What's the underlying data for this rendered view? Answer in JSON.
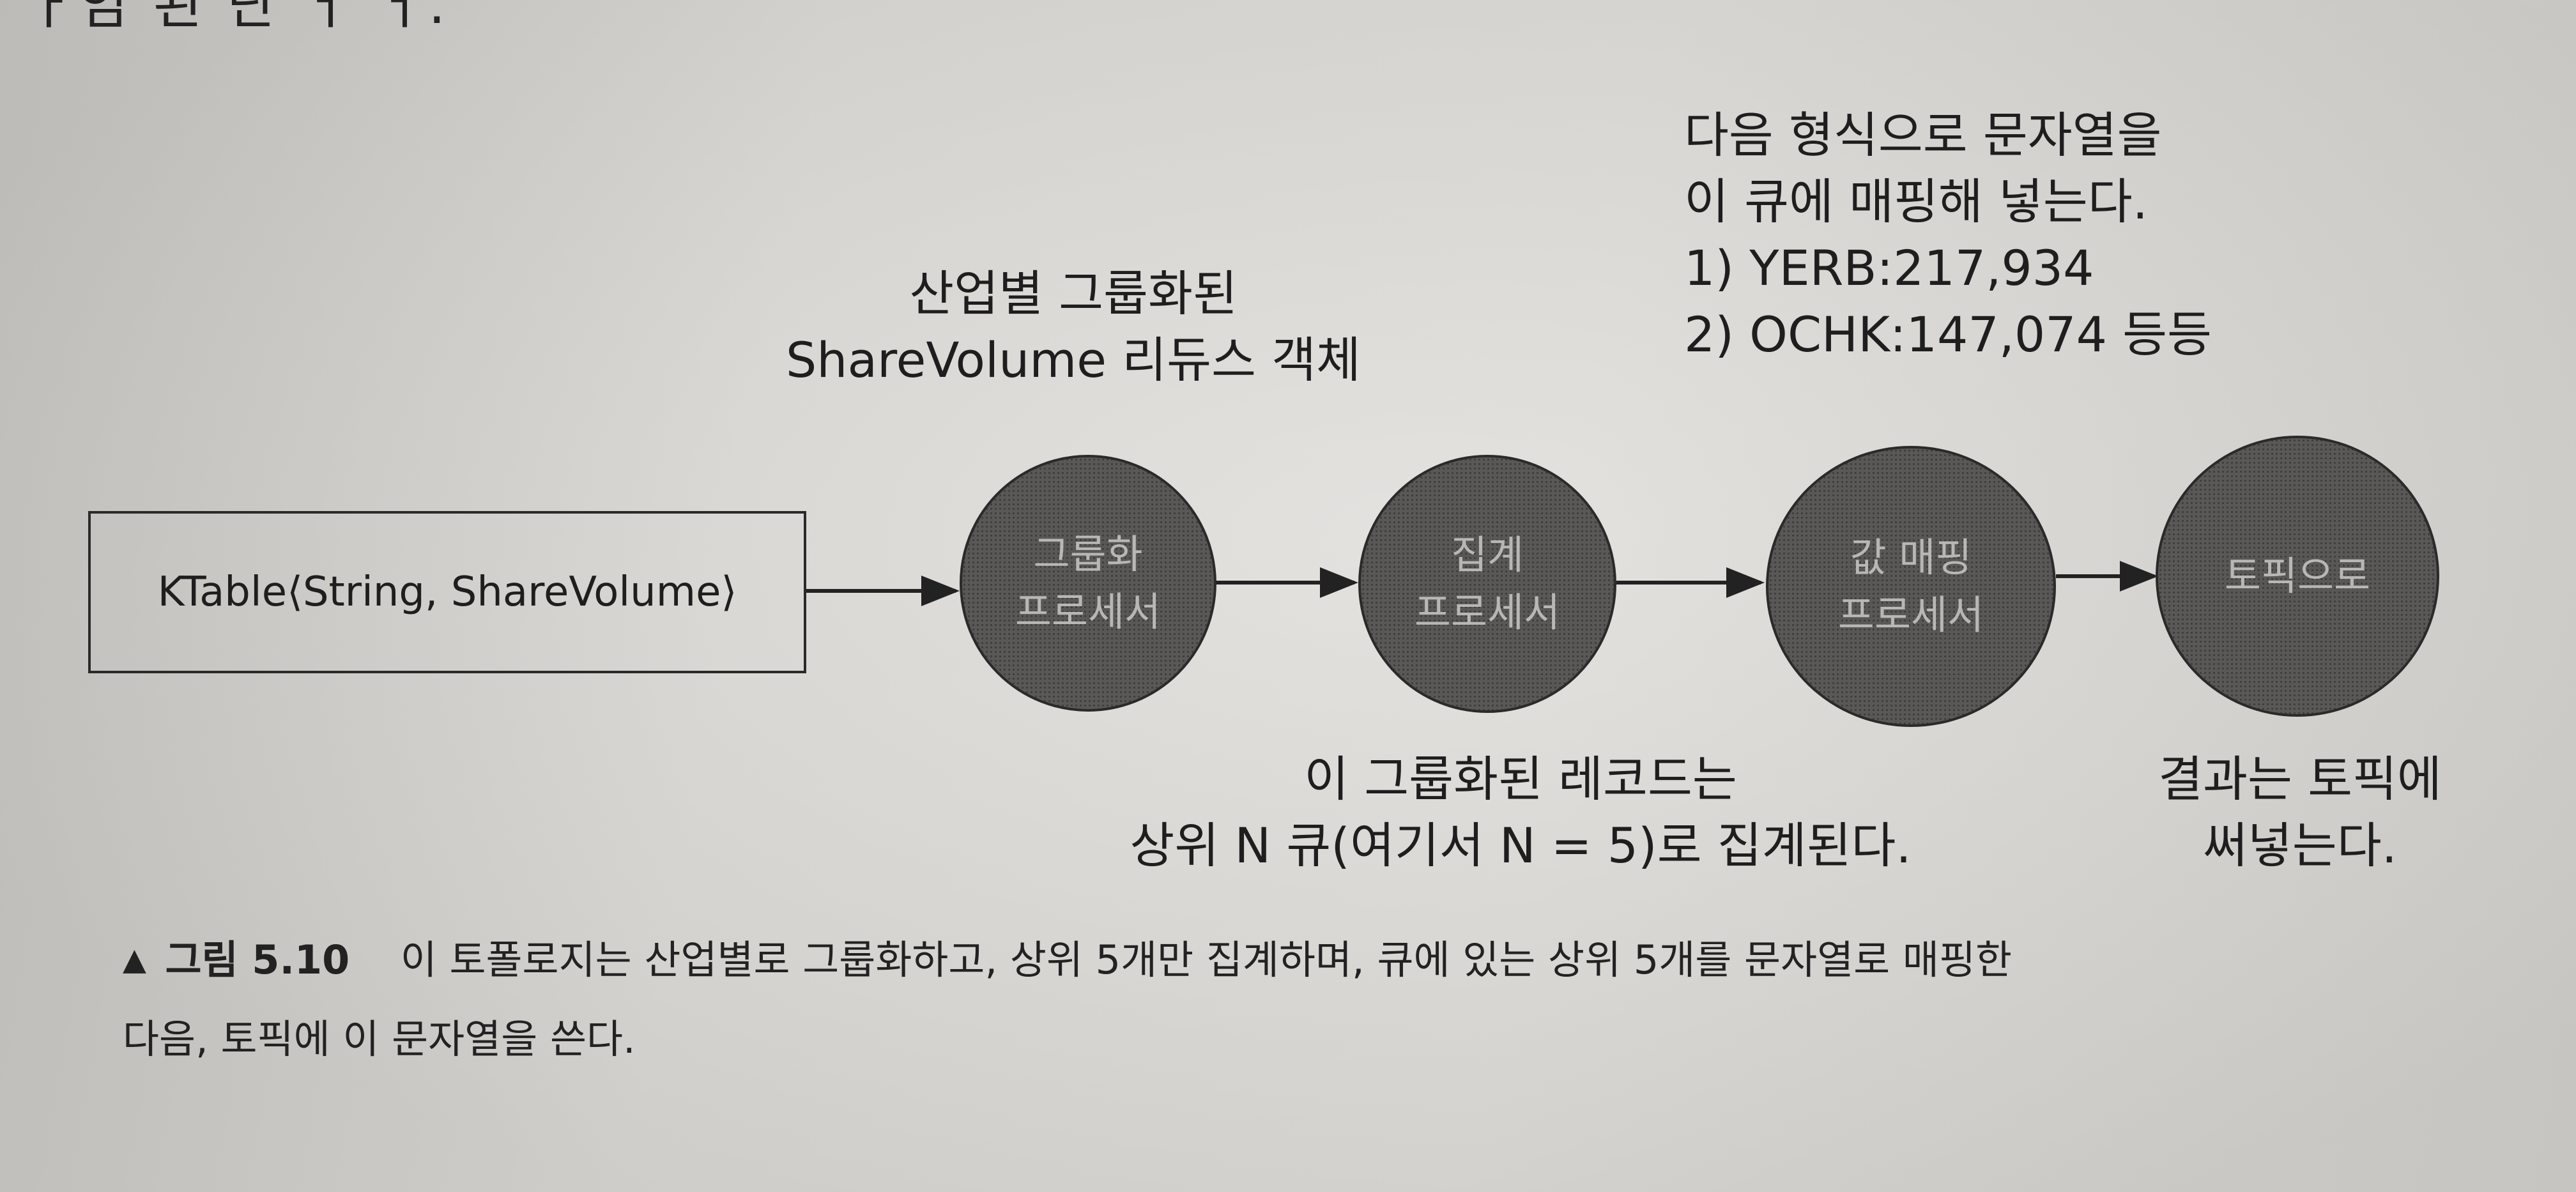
{
  "top_fragment": "ㅏ임 된 단 ㅓ ㅓ.",
  "labels": {
    "grouped_reduce": [
      "산업별 그룹화된",
      "ShareVolume 리듀스 객체"
    ],
    "mapping_format": [
      "다음 형식으로 문자열을",
      "이 큐에 매핑해 넣는다.",
      "1) YERB:217,934",
      "2) OCHK:147,074 등등"
    ],
    "aggregate_note": [
      "이 그룹화된 레코드는",
      "상위 N 큐(여기서 N = 5)로 집계된다."
    ],
    "topic_note": [
      "결과는 토픽에",
      "써넣는다."
    ]
  },
  "source": {
    "text": "KTable⟨String, ShareVolume⟩"
  },
  "nodes": [
    {
      "id": "group",
      "lines": [
        "그룹화",
        "프로세서"
      ]
    },
    {
      "id": "aggregate",
      "lines": [
        "집계",
        "프로세서"
      ]
    },
    {
      "id": "map",
      "lines": [
        "값 매핑",
        "프로세서"
      ]
    },
    {
      "id": "topic",
      "lines": [
        "토픽으로"
      ]
    }
  ],
  "caption": {
    "marker": "▲",
    "figure": "그림 5.10",
    "line1": "이 토폴로지는 산업별로 그룹화하고, 상위 5개만 집계하며, 큐에 있는 상위 5개를 문자열로 매핑한",
    "line2": "다음, 토픽에 이 문자열을 쓴다."
  },
  "colors": {
    "node_fill": "#5a5857",
    "node_text": "#b9b7b4",
    "ink": "#1e1e1e",
    "paper": "#d6d4d0"
  }
}
